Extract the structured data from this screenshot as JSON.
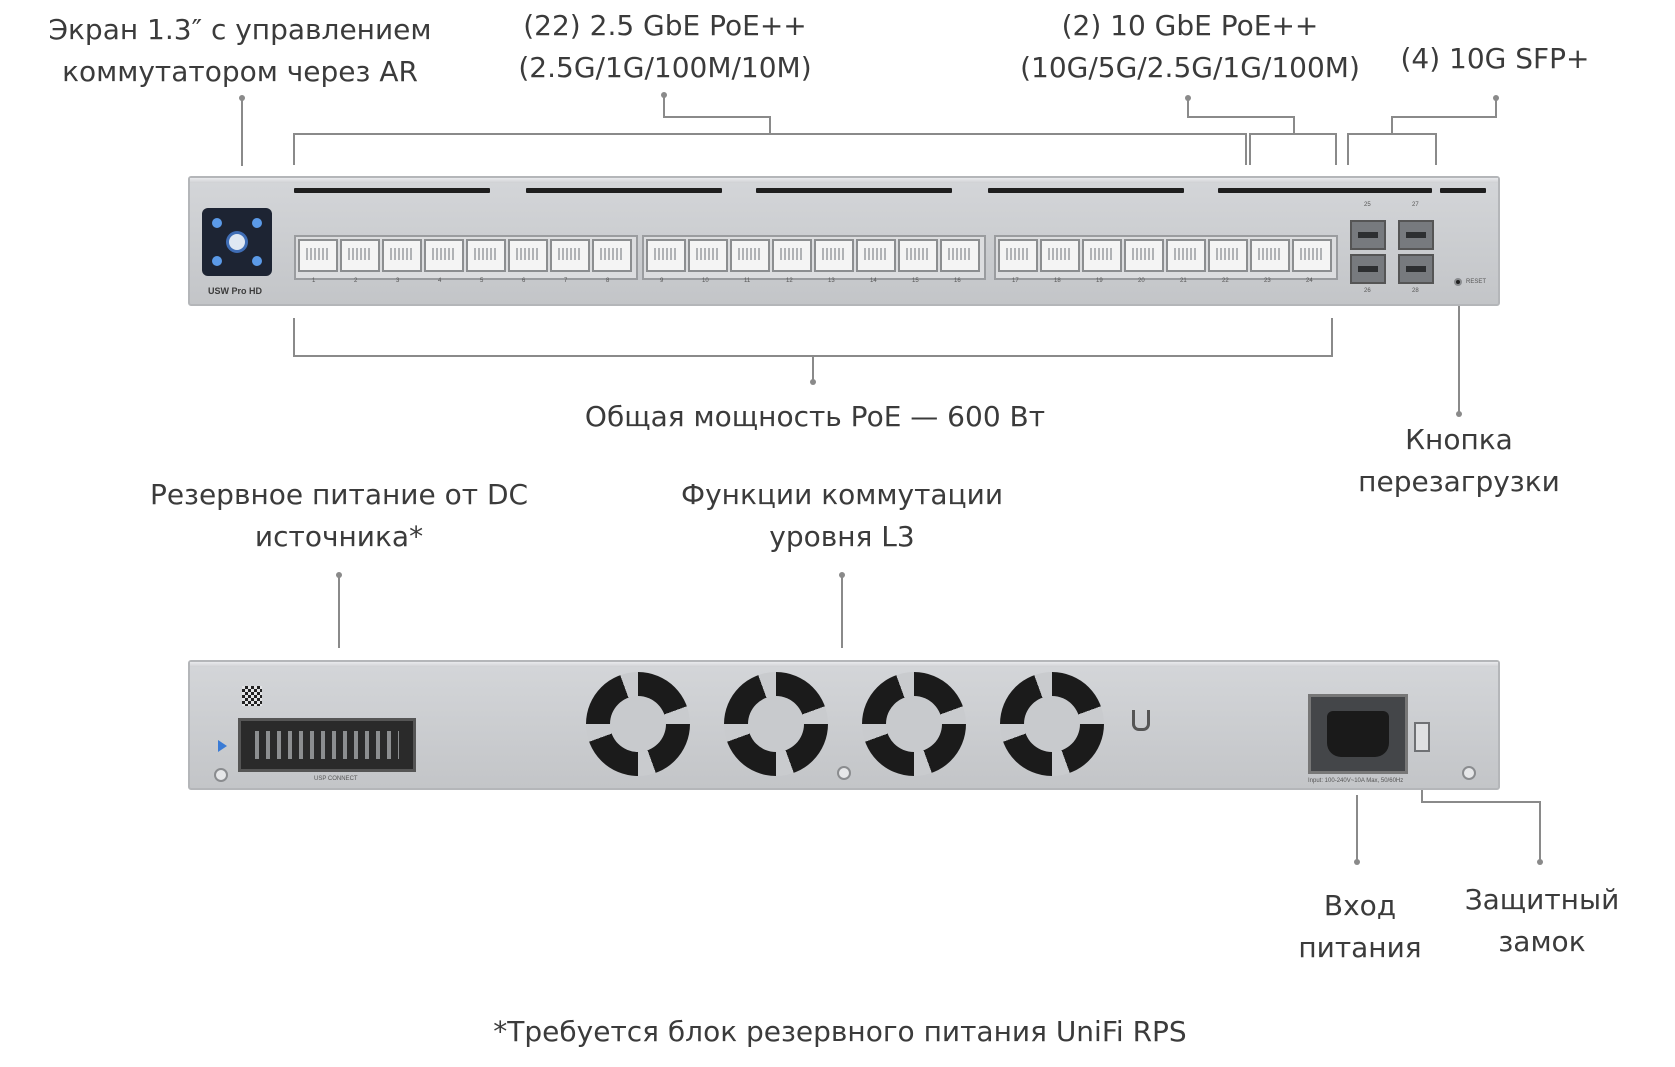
{
  "labels": {
    "screen": [
      "Экран 1.3″ с управлением",
      "коммутатором через AR"
    ],
    "ports_25": [
      "(22)  2.5 GbE PoE++",
      "(2.5G/1G/100M/10M)"
    ],
    "ports_10g": [
      "(2) 10 GbE PoE++",
      "(10G/5G/2.5G/1G/100M)"
    ],
    "sfp": "(4) 10G SFP+",
    "poe_budget": "Общая мощность PoE — 600 Вт",
    "reset": [
      "Кнопка",
      "перезагрузки"
    ],
    "dc_backup": [
      "Резервное питание от DC",
      "источника*"
    ],
    "l3": [
      "Функции коммутации",
      "уровня L3"
    ],
    "power_in": [
      "Вход",
      "питания"
    ],
    "lock": [
      "Защитный",
      "замок"
    ],
    "footnote": "*Требуется блок резервного питания UniFi RPS"
  },
  "device": {
    "model": "USW Pro HD",
    "reset_text": "RESET",
    "usp_connect": "USP CONNECT",
    "power_rating": "Input: 100-240V~10A Max, 50/60Hz",
    "sfp_numbers": [
      "25",
      "27",
      "26",
      "28"
    ],
    "port_count_rj45": 24
  }
}
